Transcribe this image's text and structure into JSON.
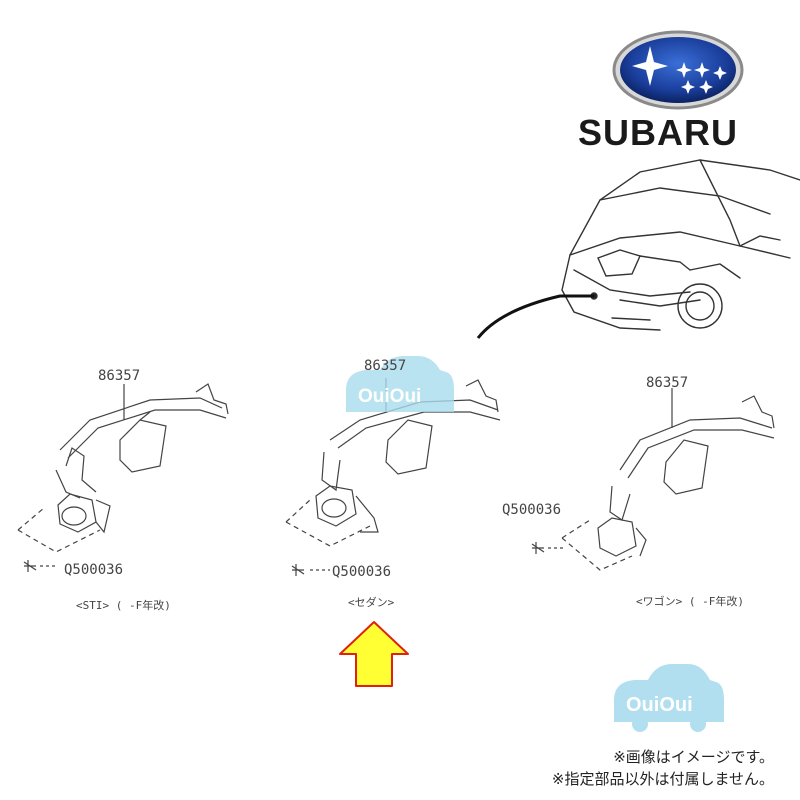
{
  "brand": {
    "name": "SUBARU",
    "logo_icon": "subaru-pleiades-logo",
    "accent": "#1f3f8f"
  },
  "watermark": {
    "text": "OuiOui",
    "color": "#a9dcef"
  },
  "diagrams": [
    {
      "part_number": "86357",
      "screw": "Q500036",
      "caption": "<STI> ( -F年改)"
    },
    {
      "part_number": "86357",
      "screw": "Q500036",
      "caption": "<セダン>"
    },
    {
      "part_number": "86357",
      "screw": "Q500036",
      "caption": "<ワゴン> ( -F年改)"
    }
  ],
  "highlight_arrow": {
    "icon": "arrow-up-icon",
    "fill": "#ffff33",
    "stroke": "#e02010"
  },
  "notes": {
    "line1": "※画像はイメージです。",
    "line2": "※指定部品以外は付属しません。"
  }
}
